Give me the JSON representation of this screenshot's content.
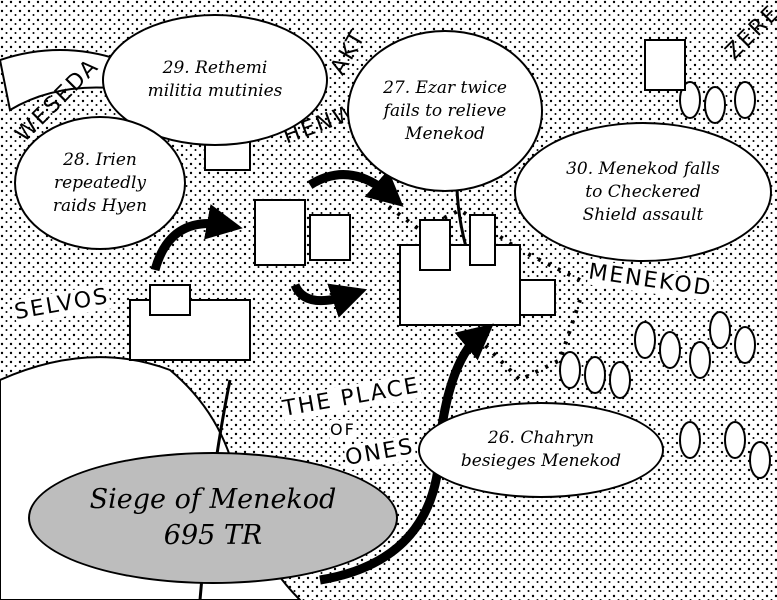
{
  "title": {
    "line1": "Siege of Menekod",
    "line2": "695 TR",
    "fill": "#bdbdbd"
  },
  "events": [
    {
      "lines": [
        "29. Rethemi",
        "militia mutinies"
      ]
    },
    {
      "lines": [
        "27. Ezar twice",
        "fails to relieve",
        "Menekod"
      ]
    },
    {
      "lines": [
        "28. Irien",
        "repeatedly",
        "raids Hyen"
      ]
    },
    {
      "lines": [
        "30. Menekod falls",
        "to Checkered",
        "Shield assault"
      ]
    },
    {
      "lines": [
        "26. Chahryn",
        "besieges Menekod"
      ]
    }
  ],
  "map_labels": {
    "weseda": "WESEDA",
    "henw": "HENW",
    "aktn": "AKT",
    "zere": "ZERE",
    "selvos": "SELVOS",
    "menekod": "MENEKOD",
    "place1": "THE PLACE",
    "place2": "OF",
    "place3": "ONES"
  }
}
